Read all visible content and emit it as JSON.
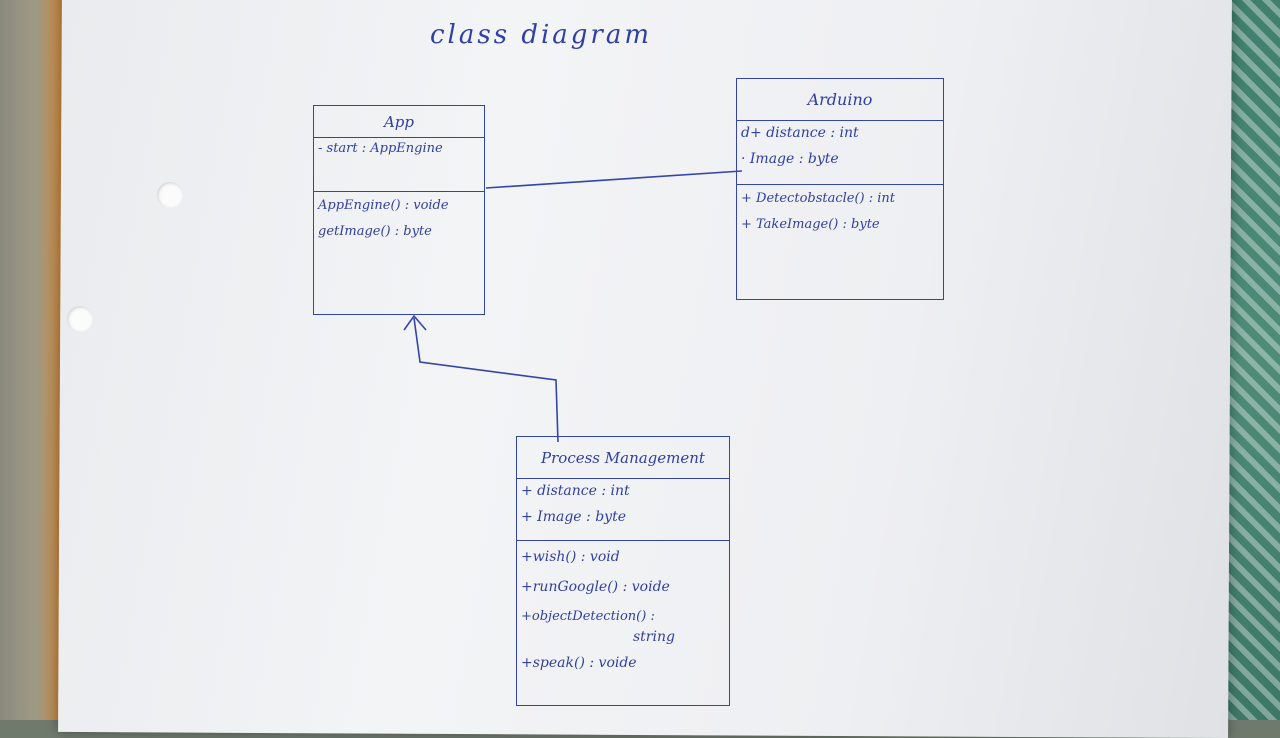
{
  "diagram": {
    "title": "class diagram",
    "classes": {
      "app": {
        "name": "App",
        "attributes": [
          "- start : AppEngine"
        ],
        "operations": [
          "AppEngine() : voide",
          "getImage() : byte"
        ]
      },
      "arduino": {
        "name": "Arduino",
        "attributes": [
          "d+ distance : int",
          "· Image : byte"
        ],
        "operations": [
          "+ Detectobstacle() : int",
          "+ TakeImage() : byte"
        ]
      },
      "process": {
        "name": "Process Management",
        "attributes": [
          "+ distance : int",
          "+ Image : byte"
        ],
        "operations": [
          "+wish() : void",
          "+runGoogle() : voide",
          "+objectDetection() :",
          "string",
          "+speak() : voide"
        ]
      }
    },
    "ink_color": "#2f3fa4"
  }
}
